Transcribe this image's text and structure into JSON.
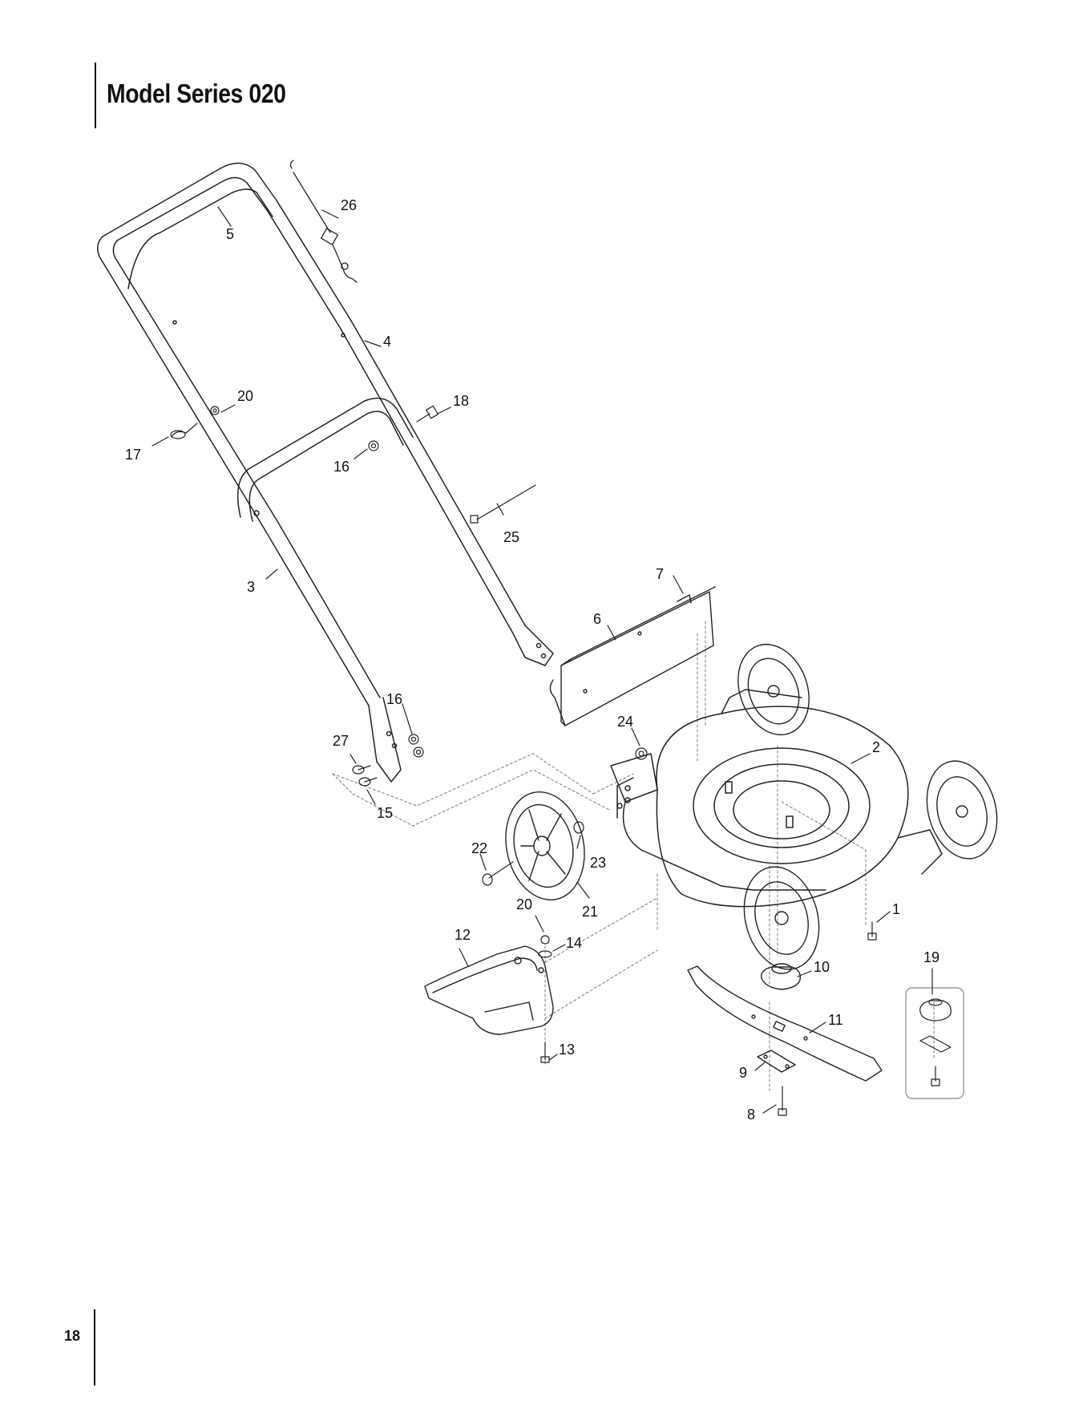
{
  "header": {
    "title": "Model Series 020"
  },
  "footer": {
    "page_number": "18"
  },
  "diagram": {
    "callouts": {
      "c1": "1",
      "c2": "2",
      "c3": "3",
      "c4": "4",
      "c5": "5",
      "c6": "6",
      "c7": "7",
      "c8": "8",
      "c9": "9",
      "c10": "10",
      "c11": "11",
      "c12": "12",
      "c13": "13",
      "c14": "14",
      "c15": "15",
      "c16a": "16",
      "c16b": "16",
      "c17": "17",
      "c18": "18",
      "c19": "19",
      "c20a": "20",
      "c20b": "20",
      "c21": "21",
      "c22": "22",
      "c23": "23",
      "c24": "24",
      "c25": "25",
      "c26": "26",
      "c27": "27"
    }
  }
}
